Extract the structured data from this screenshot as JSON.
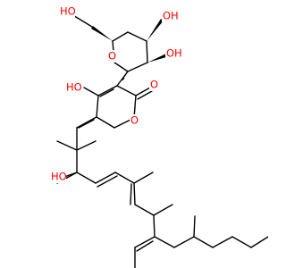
{
  "molecule": {
    "atom_color_oxygen": "#ff0000",
    "bond_color": "#000000",
    "labels": {
      "hoch2_oh": "HO",
      "sugar_oh_top": "OH",
      "sugar_oh_mid": "OH",
      "ring_o_sugar": "O",
      "pyranone_oh": "HO",
      "carbonyl_o": "O",
      "pyranone_ring_o": "O",
      "side_chain_oh": "HO"
    }
  }
}
